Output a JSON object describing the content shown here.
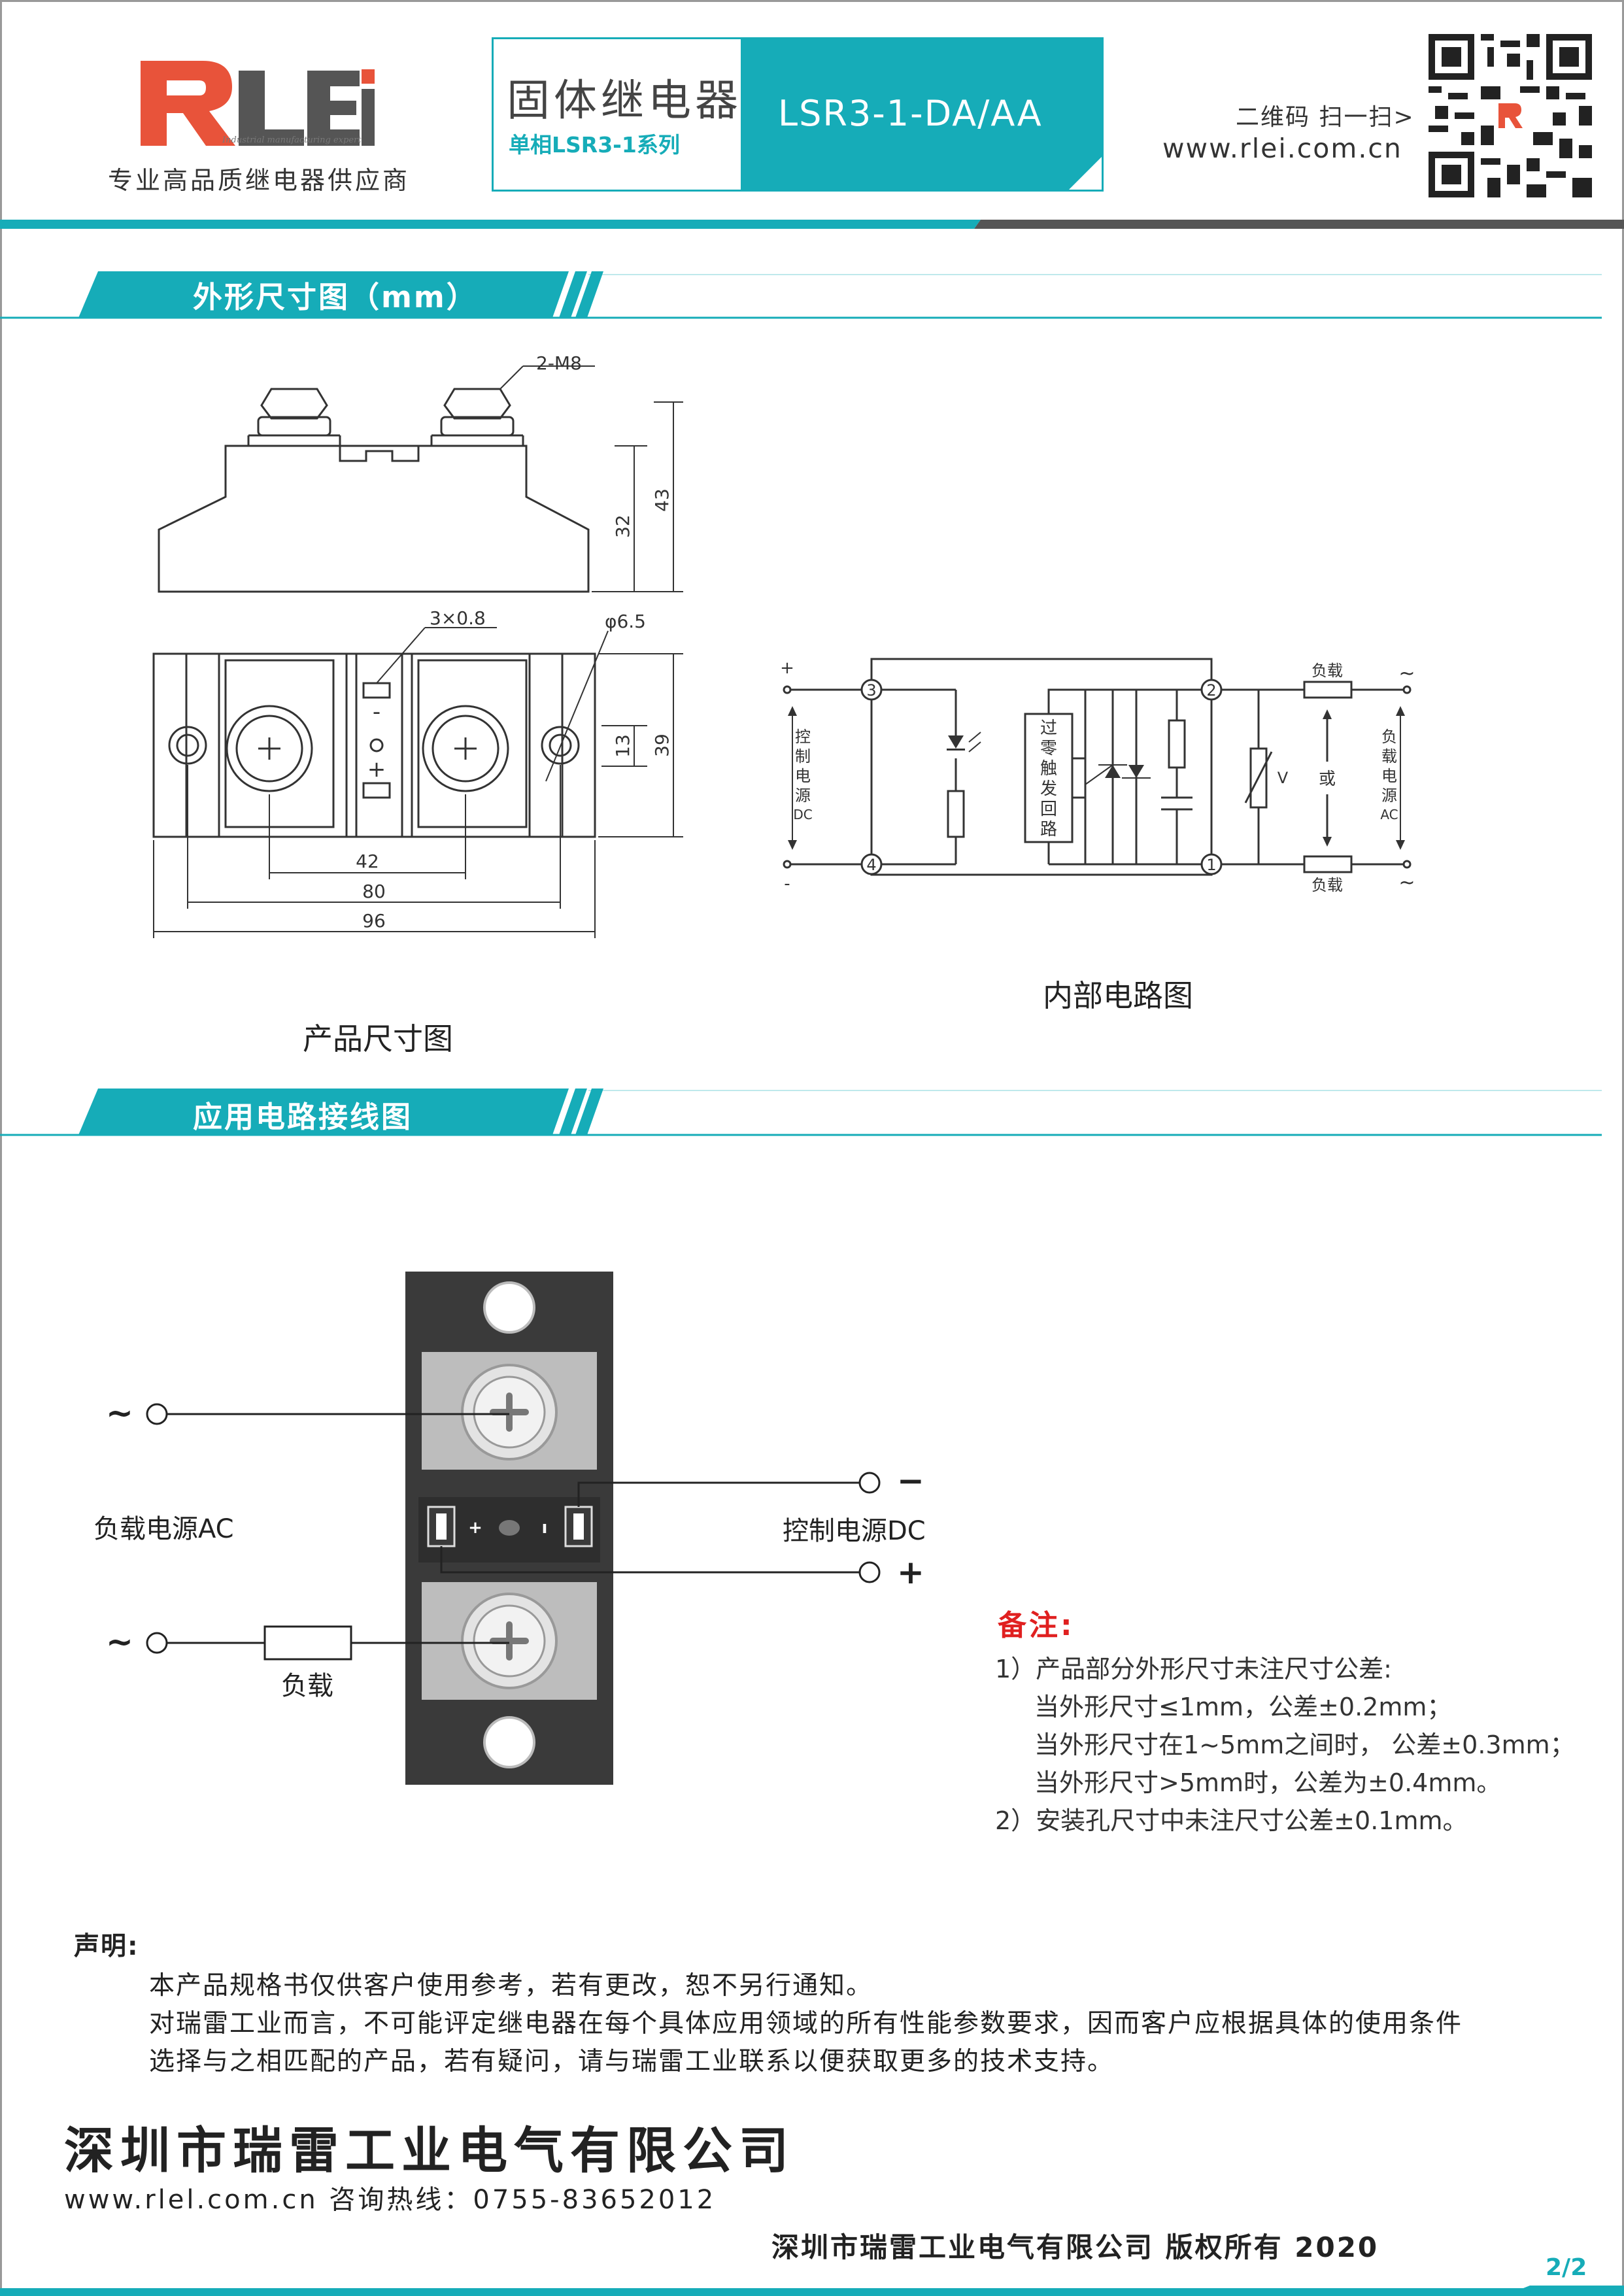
{
  "brand": {
    "logo_text": "RLEi",
    "logo_tagline": "Industrial manufacturing expert",
    "subtitle": "专业高品质继电器供应商"
  },
  "header": {
    "title": "固体继电器",
    "series": "单相LSR3-1系列",
    "model": "LSR3-1-DA/AA",
    "qr_label": "二维码 扫一扫>",
    "url": "www.rlei.com.cn"
  },
  "sections": {
    "dimensions": "外形尺寸图（mm）",
    "wiring": "应用电路接线图"
  },
  "dimension_drawing": {
    "caption": "产品尺寸图",
    "labels": {
      "screw": "2-M8",
      "height_body": "32",
      "height_total": "43",
      "pin": "3×0.8",
      "hole": "φ6.5",
      "d13": "13",
      "d39": "39",
      "d42": "42",
      "d80": "80",
      "d96": "96",
      "minus": "-",
      "plus": "+"
    }
  },
  "circuit_diagram": {
    "caption": "内部电路图",
    "plus": "+",
    "minus": "-",
    "control_label": [
      "控",
      "制",
      "电",
      "源",
      "DC"
    ],
    "zero_cross": [
      "过",
      "零",
      "触",
      "发",
      "回",
      "路"
    ],
    "terminals": [
      "3",
      "4",
      "2",
      "1"
    ],
    "load": "负载",
    "or": "或",
    "ac_label": [
      "负",
      "载",
      "电",
      "源",
      "AC"
    ],
    "tilde": "~",
    "v": "V"
  },
  "wiring_diagram": {
    "load_power": "负载电源AC",
    "control_power": "控制电源DC",
    "load": "负载",
    "tilde": "~",
    "minus": "−",
    "plus": "+",
    "pin_plus": "+",
    "pin_minus": "ı"
  },
  "notes": {
    "title": "备注:",
    "lines": [
      "1）产品部分外形尺寸未注尺寸公差:",
      "当外形尺寸≤1mm，公差±0.2mm；",
      "当外形尺寸在1~5mm之间时， 公差±0.3mm；",
      "当外形尺寸>5mm时，公差为±0.4mm。",
      "2）安装孔尺寸中未注尺寸公差±0.1mm。"
    ]
  },
  "declaration": {
    "title": "声明:",
    "lines": [
      "本产品规格书仅供客户使用参考，若有更改，恕不另行通知。",
      "对瑞雷工业而言，不可能评定继电器在每个具体应用领域的所有性能参数要求，因而客户应根据具体的使用条件",
      "选择与之相匹配的产品，若有疑问，请与瑞雷工业联系以便获取更多的技术支持。"
    ]
  },
  "company": {
    "name": "深圳市瑞雷工业电气有限公司",
    "contact": "www.rlel.com.cn   咨询热线：0755-83652012",
    "footer": "深圳市瑞雷工业电气有限公司     版权所有     2020",
    "page": "2/2"
  },
  "colors": {
    "accent": "#16acb8",
    "brand_red": "#e8533a",
    "dark_gray": "#555555",
    "note_red": "#e02020"
  }
}
